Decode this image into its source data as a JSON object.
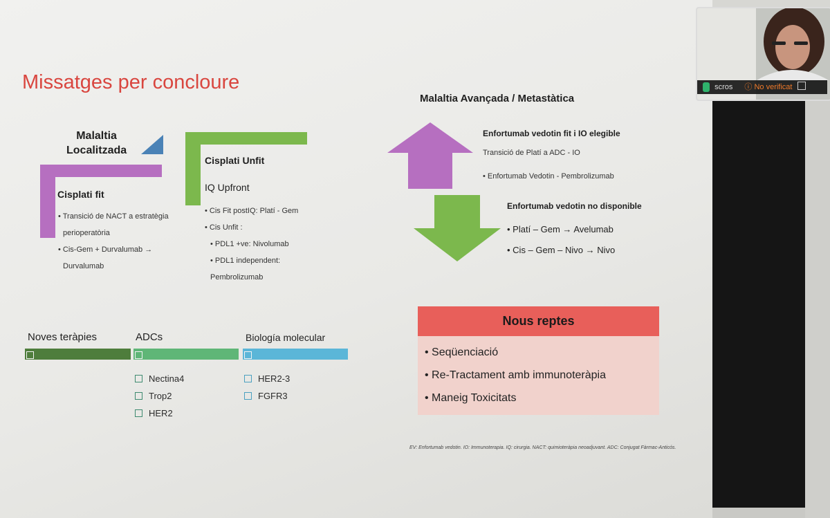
{
  "slide": {
    "title": "Missatges per concloure",
    "localized": {
      "heading_line1": "Malaltia",
      "heading_line2": "Localitzada",
      "cisplati_fit": "Cisplati fit",
      "bullets": [
        "Transició de NACT a estratègia",
        "perioperatòria",
        "Cis-Gem + Durvalumab →",
        "Durvalumab"
      ]
    },
    "unfit": {
      "heading": "Cisplati Unfit",
      "subheading": "IQ Upfront",
      "bullets": [
        "Cis Fit postIQ: Platí - Gem",
        "Cis Unfit :",
        "PDL1 +ve: Nivolumab",
        "PDL1 independent:",
        "Pembrolizumab"
      ]
    },
    "advanced": {
      "heading": "Malaltia Avançada / Metastàtica",
      "ev_fit_heading": "Enfortumab vedotin fit i IO elegible",
      "ev_fit_line1": "Transició de Platí a ADC - IO",
      "ev_fit_line2": "Enfortumab Vedotin - Pembrolizumab",
      "ev_na_heading": "Enfortumab vedotin  no disponible",
      "ev_na_line1": "Platí – Gem → Avelumab",
      "ev_na_line2": "Cis – Gem – Nivo → Nivo"
    },
    "bottom": {
      "noves": "Noves teràpies",
      "adcs": "ADCs",
      "biologia": "Biología molecular",
      "adc_items": [
        "Nectina4",
        "Trop2",
        "HER2"
      ],
      "bio_items": [
        "HER2-3",
        "FGFR3"
      ]
    },
    "reptes": {
      "heading": "Nous reptes",
      "items": [
        "Seqüenciació",
        "Re-Tractament amb immunoteràpia",
        "Maneig Toxicitats"
      ]
    },
    "footnote": "EV: Enfortumab vedotin. IO: Immunoterapia. IQ: cirurgia. NACT: quimioteràpia neoadjuvant. ADC: Conjugat Fàrmac-Anticós."
  },
  "webcam": {
    "name": "scros",
    "status": "No verificat"
  },
  "colors": {
    "title": "#d9463f",
    "purple": "#b66fc0",
    "green": "#7cb84d",
    "dark_green": "#4e7d3c",
    "teal_green": "#5fb677",
    "blue": "#5bb6d8",
    "nous_reptes": "#e85f5a"
  }
}
